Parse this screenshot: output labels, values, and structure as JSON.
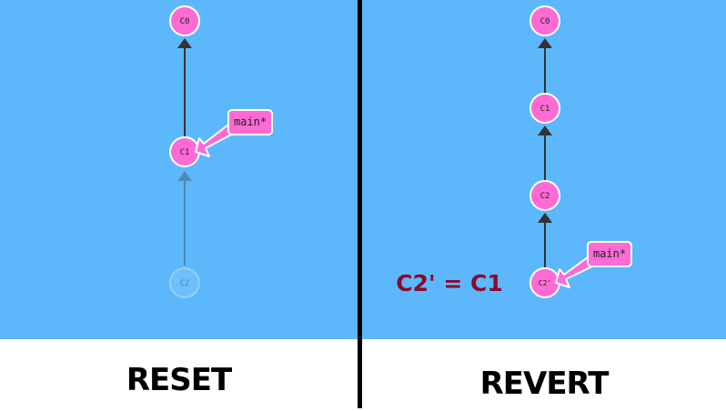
{
  "left": {
    "caption": "RESET",
    "commits": [
      {
        "id": "c0",
        "label": "C0"
      },
      {
        "id": "c1",
        "label": "C1"
      },
      {
        "id": "c2",
        "label": "C2"
      }
    ],
    "branch": {
      "label": "main*"
    }
  },
  "right": {
    "caption": "REVERT",
    "commits": [
      {
        "id": "c0",
        "label": "C0"
      },
      {
        "id": "c1",
        "label": "C1"
      },
      {
        "id": "c2",
        "label": "C2"
      },
      {
        "id": "c2prime",
        "label": "C2'"
      }
    ],
    "branch": {
      "label": "main*"
    },
    "equation": "C2' = C1"
  },
  "colors": {
    "background": "#5cb8fb",
    "commit_fill": "#ff6ad5",
    "commit_stroke": "#ffffff",
    "faded_commit_fill": "#6fc2fd",
    "edge": "#333333",
    "branch_arrow": "#ff6ad5",
    "equation": "#8b0a2c"
  }
}
